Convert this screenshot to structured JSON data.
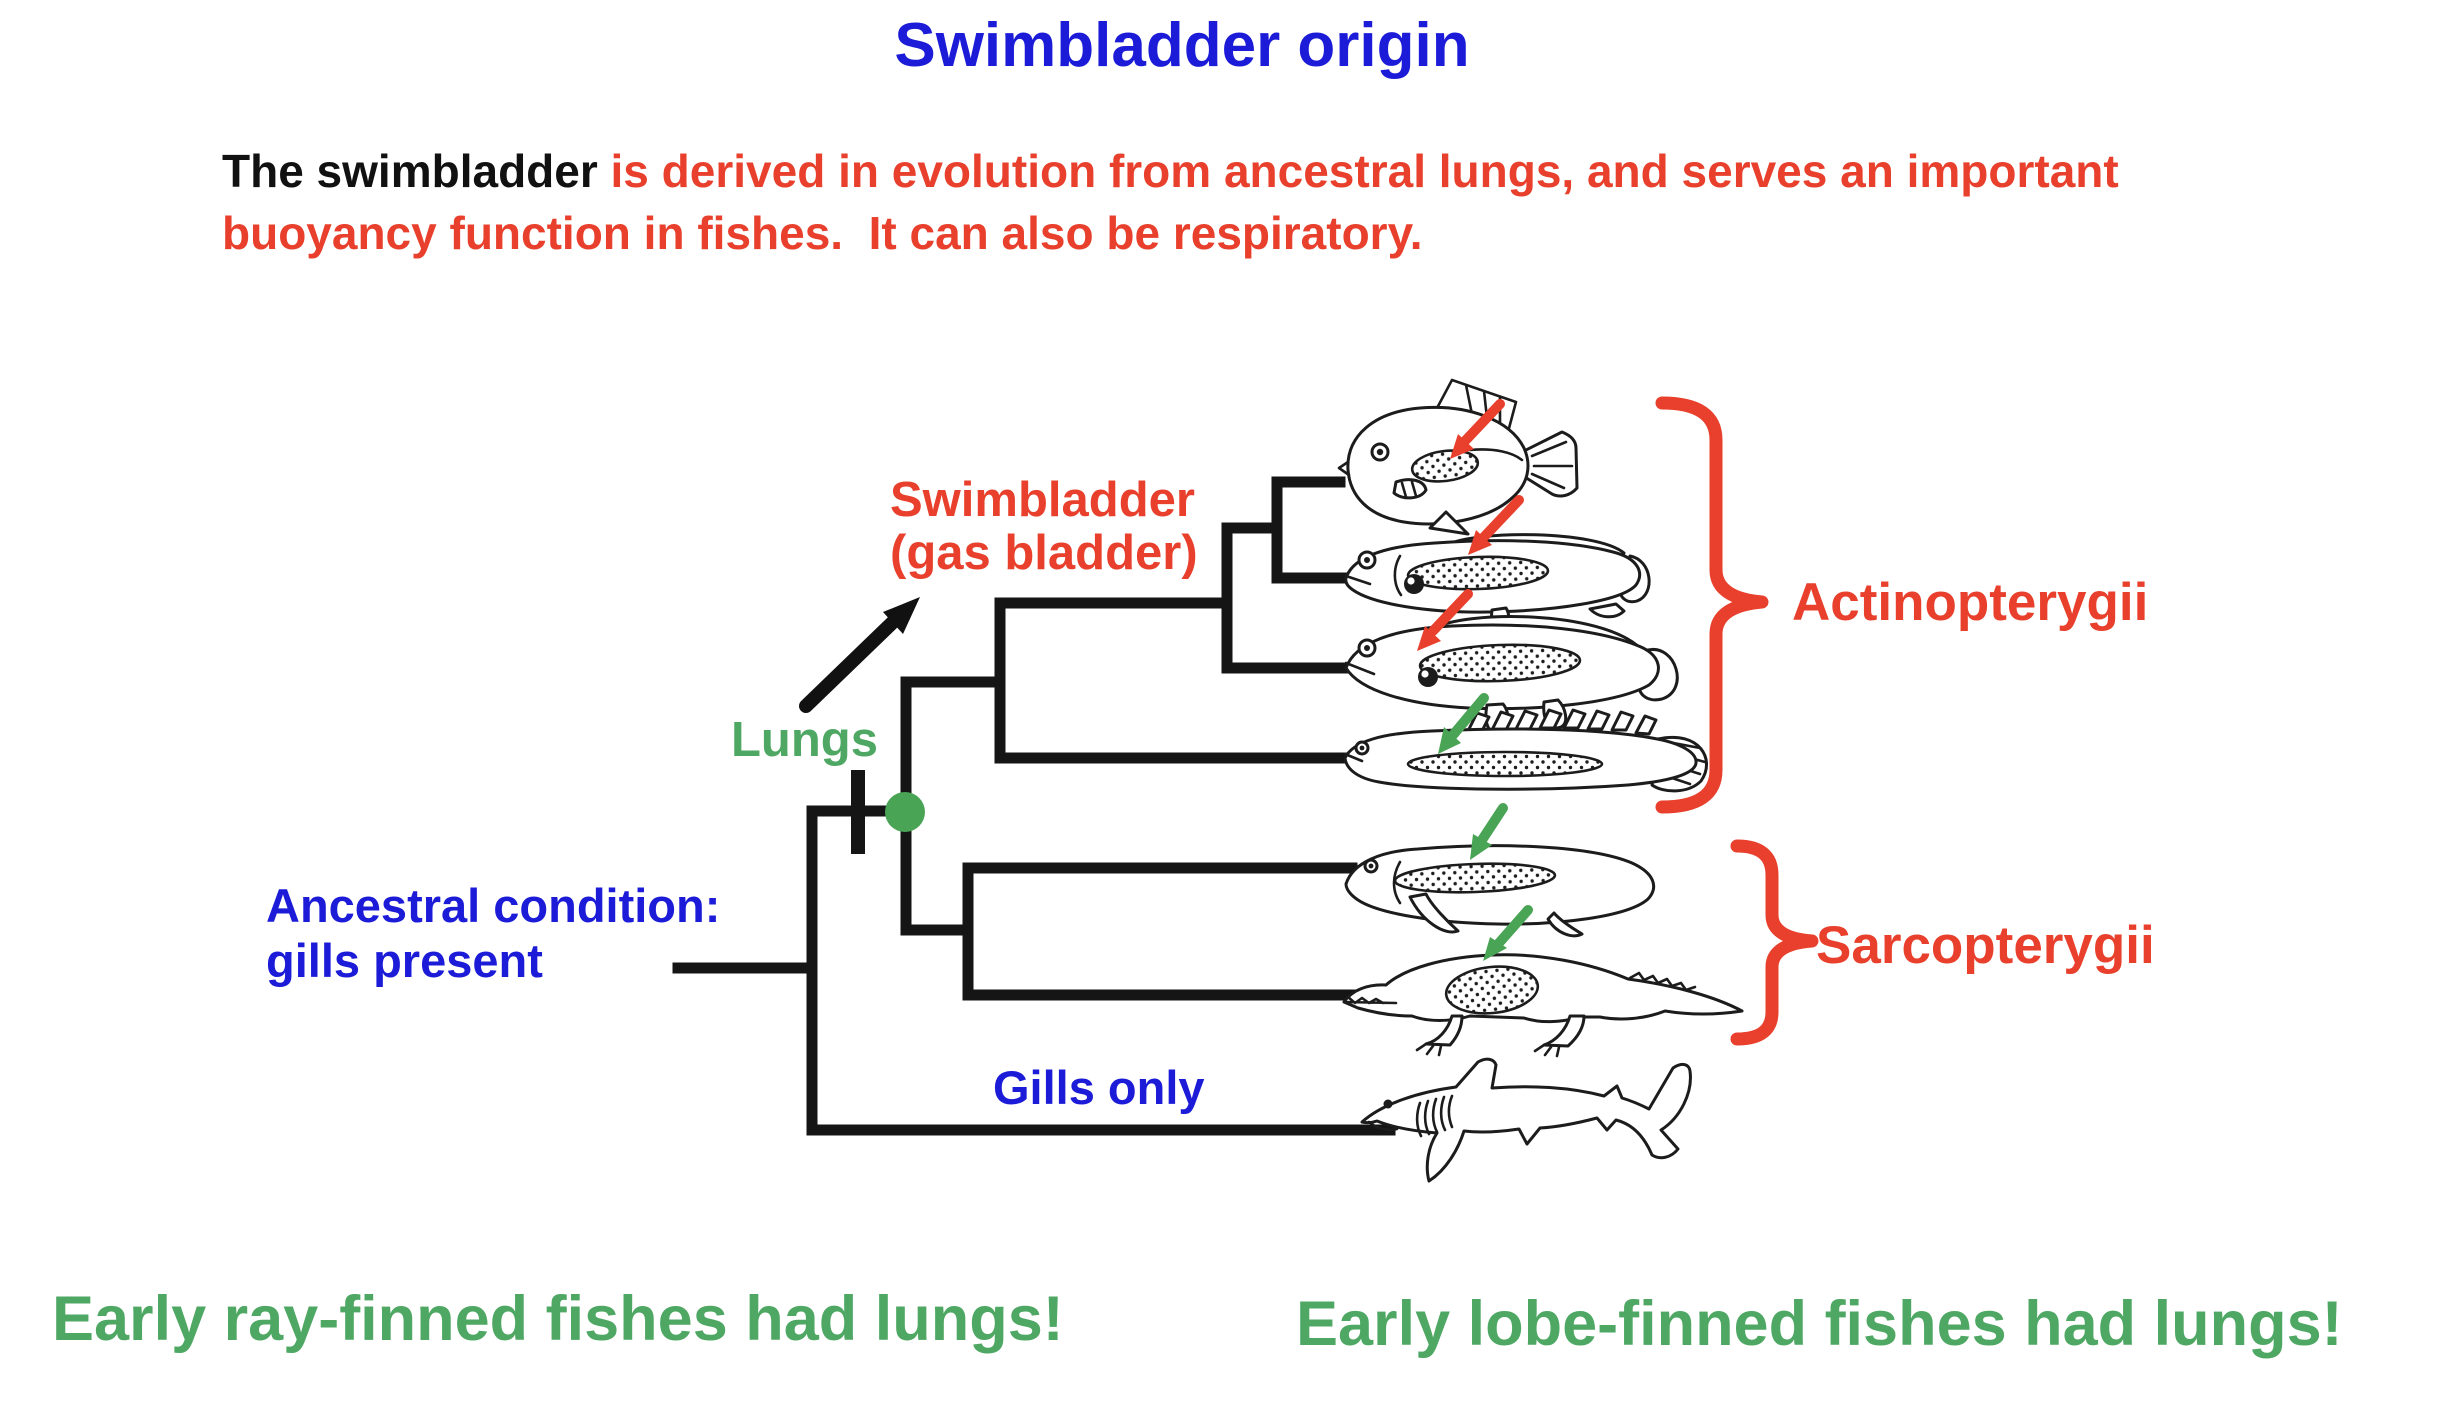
{
  "title": "Swimbladder origin",
  "intro": {
    "line1_black": "The swimbladder",
    "line1_red": " is derived in evolution from ancestral lungs, and serves an important",
    "line2_red": "buoyancy function in fishes.  It can also be respiratory."
  },
  "tree": {
    "trait_labels": {
      "swimbladder_line1": "Swimbladder",
      "swimbladder_line2": "(gas bladder)",
      "lungs": "Lungs",
      "ancestral_line1": "Ancestral condition:",
      "ancestral_line2": "gills present",
      "gills_only": "Gills only"
    },
    "clade_labels": {
      "actinopterygii": "Actinopterygii",
      "sarcopterygii": "Sarcopterygii"
    },
    "taxa": [
      {
        "name": "deep-bodied ray-finned fish",
        "organ_marker": "red-arrow-swimbladder"
      },
      {
        "name": "bowfin-like fish",
        "organ_marker": "red-arrow-swimbladder"
      },
      {
        "name": "snakehead-like fish",
        "organ_marker": "red-arrow-swimbladder"
      },
      {
        "name": "bichir",
        "organ_marker": "green-arrow-lung"
      },
      {
        "name": "lungfish",
        "organ_marker": "green-arrow-lung"
      },
      {
        "name": "early tetrapod",
        "organ_marker": "green-arrow-lung"
      },
      {
        "name": "shark",
        "organ_marker": "none"
      }
    ]
  },
  "footer": {
    "left": "Early ray-finned fishes had lungs!",
    "right": "Early lobe-finned fishes had lungs!"
  },
  "colors": {
    "blue": "#1b1bd8",
    "red": "#e8402c",
    "green-text": "#4ea763",
    "green-mark": "#4aa455",
    "ink": "#151515"
  }
}
